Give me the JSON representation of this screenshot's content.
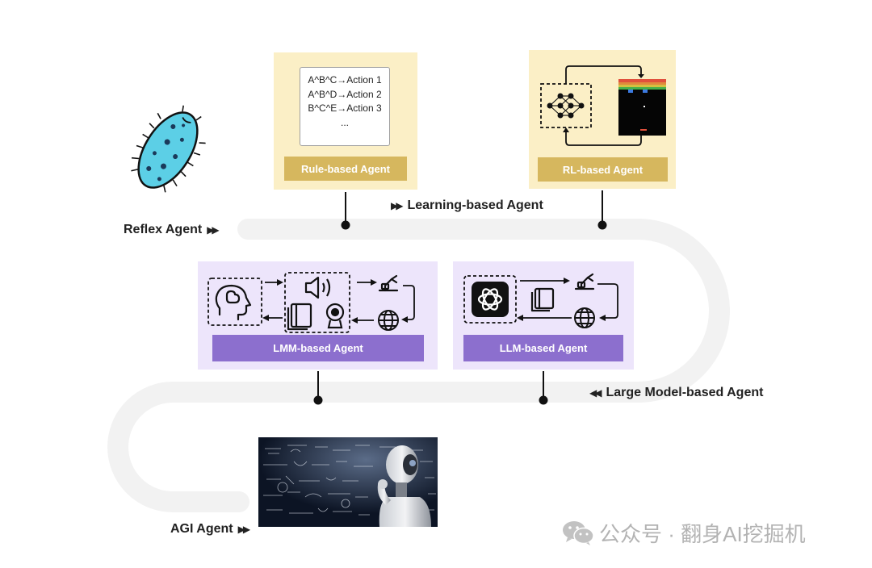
{
  "stages": {
    "reflex": "Reflex Agent",
    "learning": "Learning-based Agent",
    "large_model": "Large Model-based Agent",
    "agi": "AGI Agent"
  },
  "rule_agent": {
    "label": "Rule-based Agent",
    "rules": [
      "A^B^C→Action 1",
      "A^B^D→Action 2",
      "B^C^E→Action 3",
      "..."
    ]
  },
  "rl_agent": {
    "label": "RL-based Agent"
  },
  "lmm_agent": {
    "label": "LMM-based Agent"
  },
  "llm_agent": {
    "label": "LLM-based Agent"
  },
  "watermark": "公众号 · 翻身AI挖掘机",
  "colors": {
    "yellow_card": "#fbefc6",
    "yellow_pill": "#d6b75e",
    "purple_card": "#ede5fb",
    "purple_pill": "#8c6fce",
    "road": "#f2f2f2",
    "microbe": "#5ccfe6"
  },
  "icons": [
    "microbe-icon",
    "neural-network-icon",
    "game-screen-icon",
    "brain-icon",
    "speaker-icon",
    "book-icon",
    "webcam-icon",
    "robot-arm-icon",
    "globe-icon",
    "openai-logo-icon",
    "robot-thinking-image"
  ]
}
